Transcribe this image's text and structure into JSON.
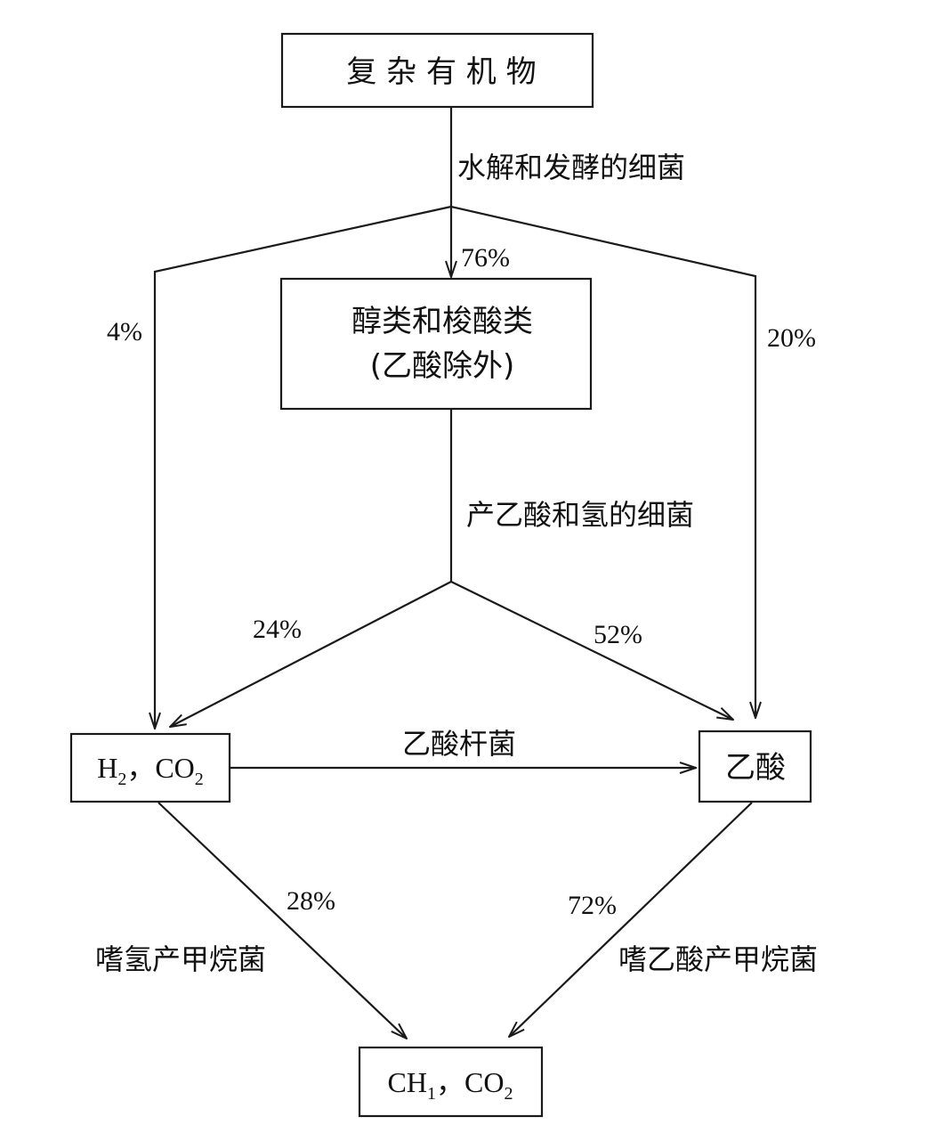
{
  "nodes": {
    "complex": "复 杂 有 机 物",
    "alcohols_line1": "醇类和梭酸类",
    "alcohols_line2": "(乙酸除外)",
    "h2co2": {
      "a": "H",
      "a_sub": "2",
      "sep": "，",
      "b": "CO",
      "b_sub": "2"
    },
    "acetic": "乙酸",
    "ch4co2": {
      "a": "CH",
      "a_sub": "1",
      "sep": "，",
      "b": "CO",
      "b_sub": "2"
    }
  },
  "edge_labels": {
    "hydrolysis_bacteria": "水解和发酵的细菌",
    "acetogenic_bacteria": "产乙酸和氢的细菌",
    "acetobacterium": "乙酸杆菌",
    "hydrogenotrophic": "嗜氢产甲烷菌",
    "acetoclastic": "嗜乙酸产甲烷菌"
  },
  "percentages": {
    "to_alcohols": "76%",
    "to_h2": "4%",
    "to_acetic": "20%",
    "alc_to_h2": "24%",
    "alc_to_acetic": "52%",
    "h2_to_ch4": "28%",
    "acetic_to_ch4": "72%"
  },
  "colors": {
    "stroke": "#1a1a1a",
    "background": "#ffffff"
  }
}
